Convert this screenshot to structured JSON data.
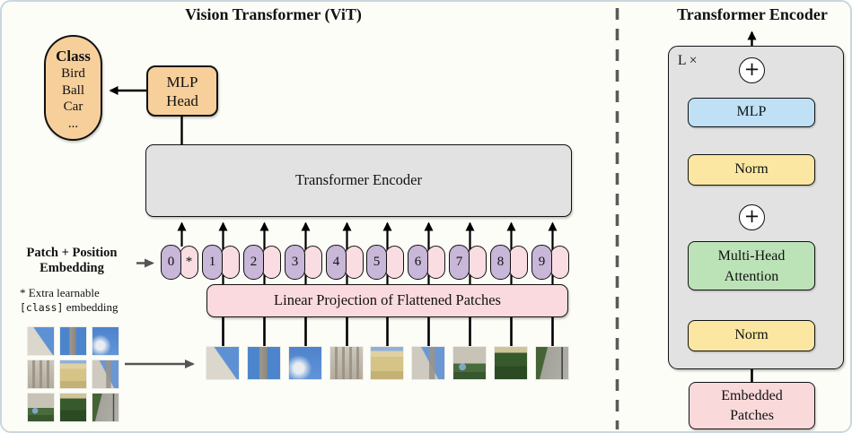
{
  "left": {
    "title": "Vision Transformer (ViT)",
    "class_box": {
      "title": "Class",
      "items": [
        "Bird",
        "Ball",
        "Car",
        "..."
      ]
    },
    "mlp_head": {
      "line1": "MLP",
      "line2": "Head"
    },
    "encoder_label": "Transformer Encoder",
    "patch_pos": {
      "line1": "Patch + Position",
      "line2": "Embedding"
    },
    "note": {
      "line1": "* Extra learnable",
      "code": "[class]",
      "rest": " embedding"
    },
    "linear_projection": "Linear Projection of Flattened Patches",
    "tokens": {
      "labels": [
        "0",
        "1",
        "2",
        "3",
        "4",
        "5",
        "6",
        "7",
        "8",
        "9"
      ],
      "class_star": "*"
    }
  },
  "right": {
    "title": "Transformer Encoder",
    "loop_label": "L ×",
    "plus": "+",
    "mlp": "MLP",
    "norm_top": "Norm",
    "mha": {
      "line1": "Multi-Head",
      "line2": "Attention"
    },
    "norm_bottom": "Norm",
    "embedded": {
      "line1": "Embedded",
      "line2": "Patches"
    }
  },
  "colors": {
    "orange": "#f7cf9b",
    "box_gray": "#e2e2e2",
    "purple": "#c8b7d8",
    "pink_token": "#f9dde2",
    "pink_box": "#fadade",
    "pink_emb": "#fad9da",
    "blue": "#bfe0f5",
    "yellow": "#fbe7a1",
    "green": "#bce3b7",
    "ink": "#111111",
    "page_bg": "#fdfdf8",
    "page_border": "#c9d8de"
  },
  "patches": [
    {
      "css": "linear-gradient(55deg, #dbd7cc 54%, #5e91d4 56%)"
    },
    {
      "css": "linear-gradient(90deg, #4d85cc 36%, #9d978d 37%, #8e887e 60%, #4d85cc 61%)"
    },
    {
      "css": "radial-gradient(circle at 30% 66%, #e9edf1 16%, rgba(233,237,241,0) 42%), linear-gradient(180deg, #4d83cc, #6195d8)"
    },
    {
      "css": "repeating-linear-gradient(90deg, rgba(151,143,130,0) 0 5px, rgba(151,143,130,.85) 5px 8px), linear-gradient(180deg, #ccc7bb, #b3ac9e)"
    },
    {
      "css": "linear-gradient(180deg, #8fb0dc 0 12%, #ded2a2 12% 30%, #d6c386 30% 75%, #c3b176 75%)"
    },
    {
      "css": "linear-gradient(90deg, rgba(154,148,138,0) 52%, rgba(154,148,138,.9) 53% 70%, rgba(154,148,138,0) 71%), linear-gradient(62deg, #cfcabf 52%, #6b97d2 54%)"
    },
    {
      "css": "radial-gradient(circle at 28% 62%, #7da7c9 11%, rgba(0,0,0,0) 12%), linear-gradient(180deg, #c8c3b7 0 52%, #4a6b3c 52% 78%, #39572e 78%)"
    },
    {
      "css": "linear-gradient(180deg, #cfc39a 0 18%, #375a2c 18% 60%, #2c4a24 60%)"
    },
    {
      "css": "linear-gradient(90deg, rgba(0,0,0,0) 78%, #4a4a44 79% 83%, rgba(0,0,0,0) 84%), linear-gradient(104deg, #456335 28%, #a3a29b 30%, #b0afa8)"
    }
  ]
}
